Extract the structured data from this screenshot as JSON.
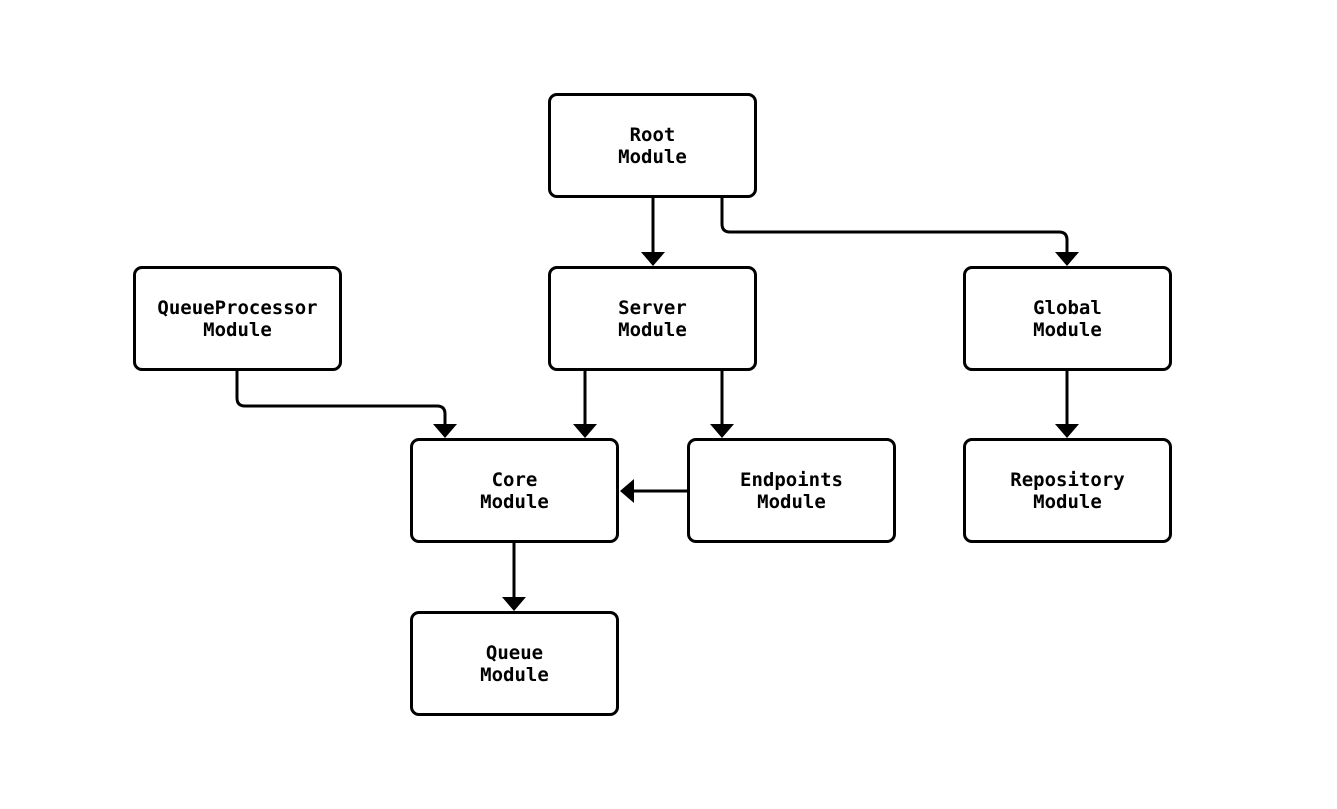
{
  "diagram": {
    "background_color": "#ffffff",
    "node_fill_color": "#ffffff",
    "node_border_color": "#000000",
    "edge_color": "#000000",
    "text_color": "#000000",
    "nodes": [
      {
        "id": "root",
        "label": "Root\nModule"
      },
      {
        "id": "queueprocessor",
        "label": "QueueProcessor\nModule"
      },
      {
        "id": "server",
        "label": "Server\nModule"
      },
      {
        "id": "global",
        "label": "Global\nModule"
      },
      {
        "id": "core",
        "label": "Core\nModule"
      },
      {
        "id": "endpoints",
        "label": "Endpoints\nModule"
      },
      {
        "id": "repository",
        "label": "Repository\nModule"
      },
      {
        "id": "queue",
        "label": "Queue\nModule"
      }
    ],
    "edges": [
      {
        "from": "root",
        "to": "server"
      },
      {
        "from": "root",
        "to": "global"
      },
      {
        "from": "queueprocessor",
        "to": "core"
      },
      {
        "from": "server",
        "to": "core"
      },
      {
        "from": "server",
        "to": "endpoints"
      },
      {
        "from": "endpoints",
        "to": "core"
      },
      {
        "from": "global",
        "to": "repository"
      },
      {
        "from": "core",
        "to": "queue"
      }
    ]
  }
}
